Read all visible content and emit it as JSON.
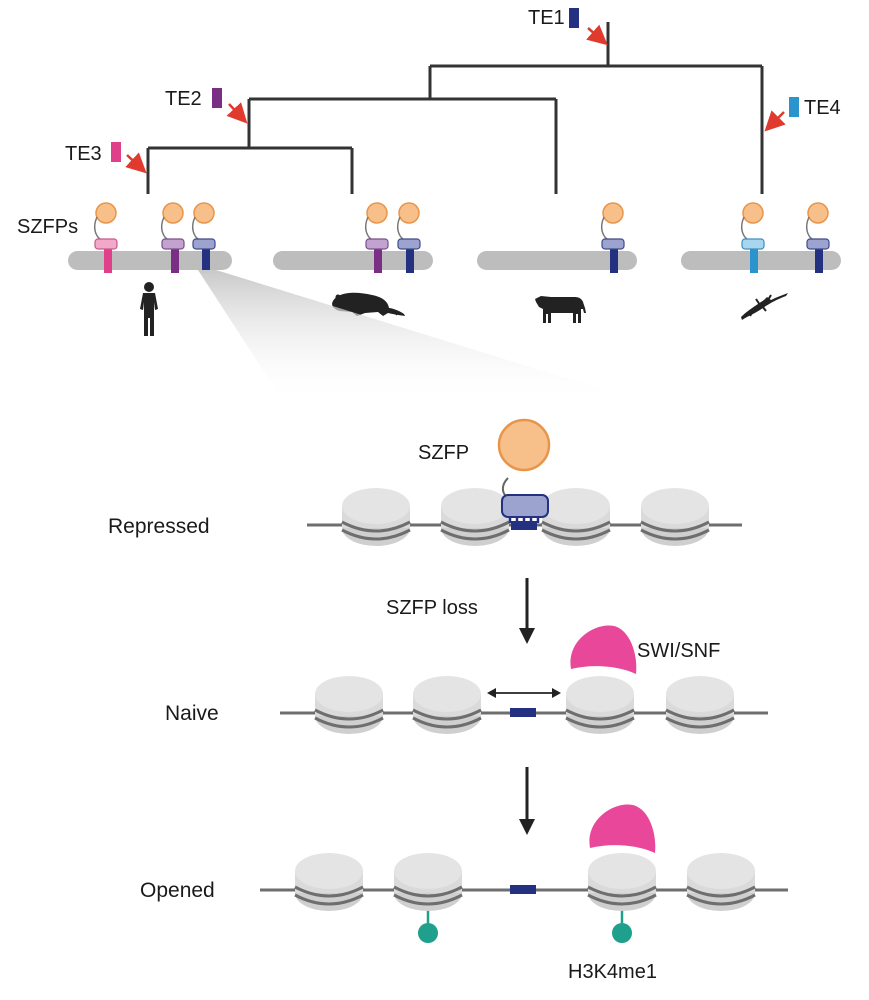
{
  "colors": {
    "tree_line": "#333333",
    "arrow_red": "#e03a2f",
    "te1": "#243080",
    "te2": "#7a2e84",
    "te3": "#e0408a",
    "te4": "#2a94cc",
    "chromosome": "#bdbdbd",
    "szfp_head": "#f7c08a",
    "szfp_head_stroke": "#e8954a",
    "nucleosome": "#dadada",
    "dna": "#6e6e6e",
    "swisnf": "#e8479a",
    "h3k4me1": "#1fa08c",
    "animal": "#222222"
  },
  "tree": {
    "transposons": [
      {
        "label": "TE1",
        "color_key": "te1"
      },
      {
        "label": "TE2",
        "color_key": "te2"
      },
      {
        "label": "TE3",
        "color_key": "te3"
      },
      {
        "label": "TE4",
        "color_key": "te4"
      }
    ],
    "szfps_label": "SZFPs",
    "species": [
      {
        "name": "human-icon"
      },
      {
        "name": "rat-icon"
      },
      {
        "name": "cow-icon"
      },
      {
        "name": "lizard-icon"
      }
    ]
  },
  "mechanism": {
    "szfp_label": "SZFP",
    "states": [
      {
        "label": "Repressed"
      },
      {
        "label": "Naive"
      },
      {
        "label": "Opened"
      }
    ],
    "transition_1": "SZFP loss",
    "remodeler_label": "SWI/SNF",
    "mark_label": "H3K4me1"
  }
}
